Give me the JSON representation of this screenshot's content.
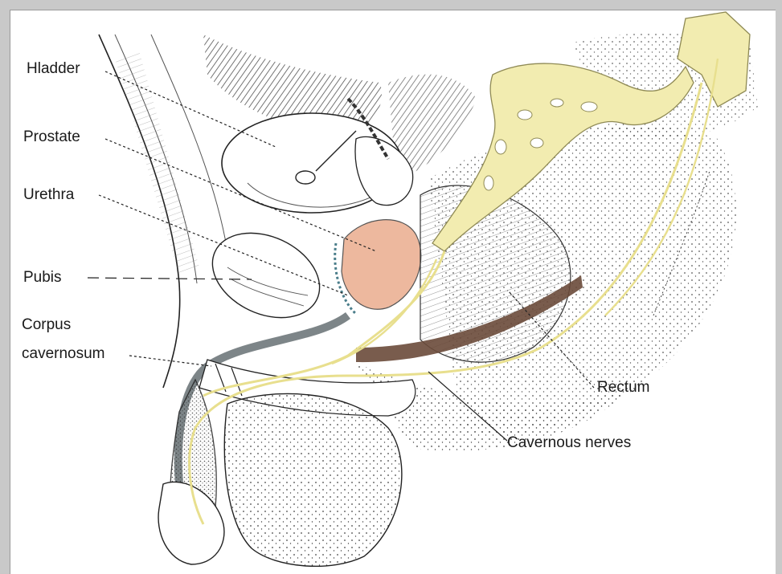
{
  "figure": {
    "labels": {
      "bladder": "Hladder",
      "prostate": "Prostate",
      "urethra": "Urethra",
      "pubis": "Pubis",
      "corpus_line1": "Corpus",
      "corpus_line2": "cavernosum",
      "rectum": "Rectum",
      "cavernous_nerves": "Cavernous nerves"
    }
  },
  "colors": {
    "frame": "#c9c9c9",
    "nerve": "#f2ecb0",
    "nerve_outline": "#8f8a55",
    "prostate": "#edb89e",
    "rectum_band": "#6a4a3a",
    "urethra_fill": "#7d8588",
    "ink": "#1a1a1a"
  }
}
